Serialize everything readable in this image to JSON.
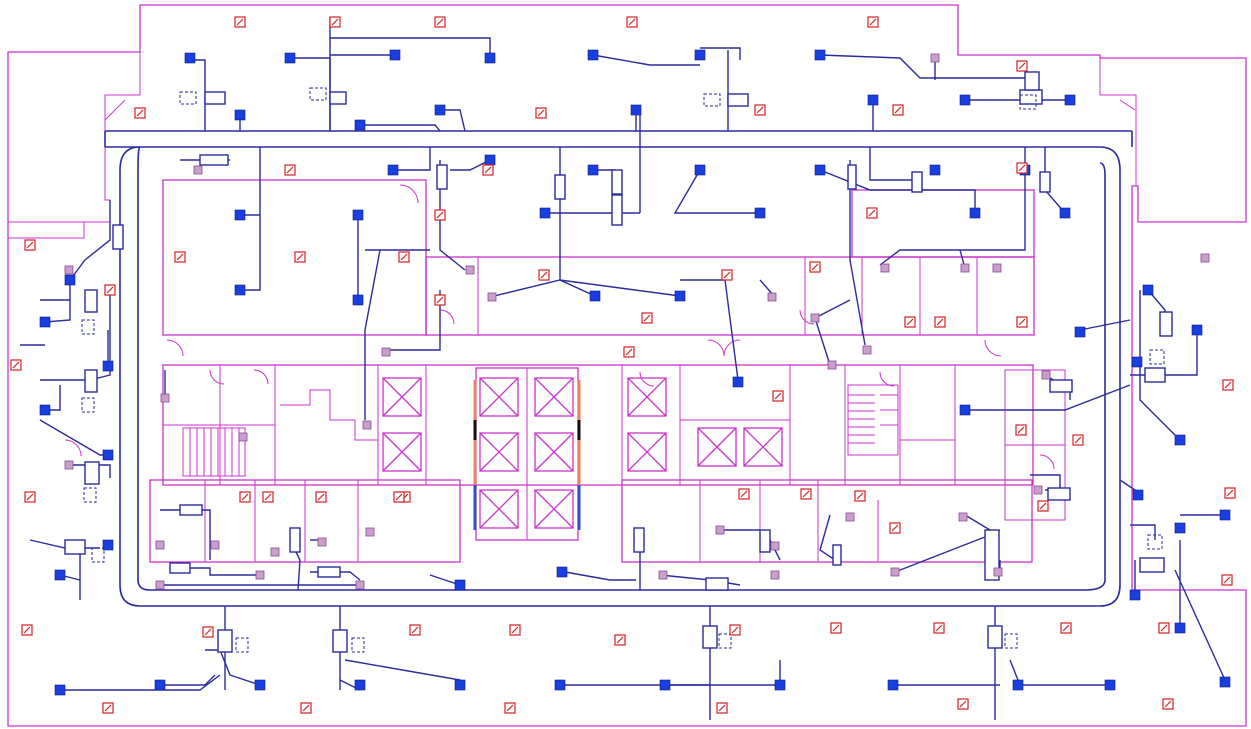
{
  "diagram": {
    "kind": "hvac-floor-plan",
    "colors": {
      "walls": "#cc33cc",
      "ducts": "#2b2b9e",
      "air_units": "#1a3fe0",
      "sensors": "#d42020",
      "shaft_edge": "#f08060",
      "background": "#ffffff"
    },
    "legend_symbols": [
      "blue-air-terminal-square",
      "red-sensor-square-with-slash",
      "duct-line",
      "wall-line"
    ]
  }
}
